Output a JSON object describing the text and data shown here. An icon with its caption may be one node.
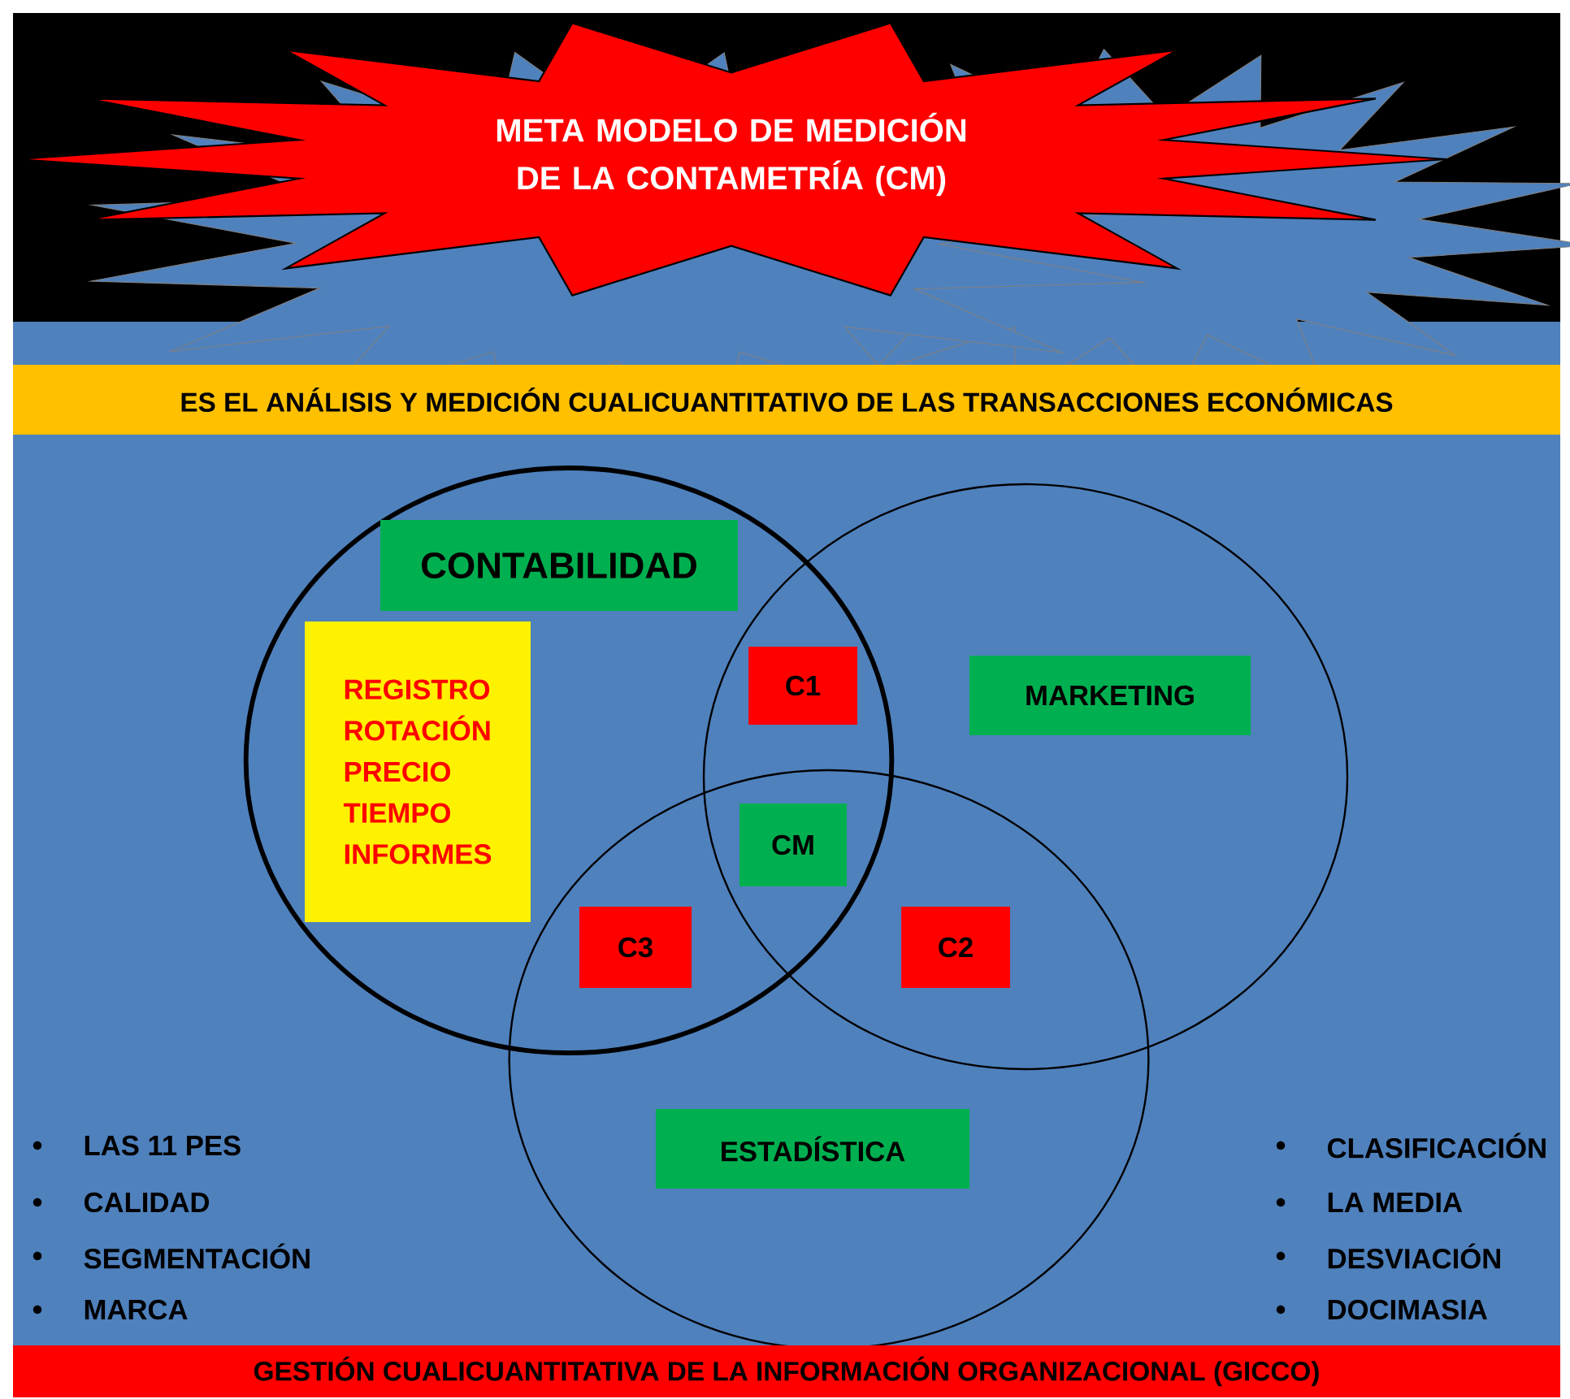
{
  "diagram": {
    "title": "META MODELO DE MEDICIÓN DE LA CONTAMETRÍA (CM)",
    "nodes": [
      {
        "text": [
          "ES EL ANÁLISIS Y MEDICIÓN CUALICUANTITATIVO DE LAS TRANSACCIONES ECONÓMICAS"
        ]
      },
      {
        "text": [],
        "shape": "circle"
      },
      {
        "text": [],
        "shape": "circle"
      },
      {
        "text": [],
        "shape": "circle"
      },
      {
        "text": [
          "CONTABILIDAD"
        ],
        "in": 1
      },
      {
        "text": [
          "REGISTRO",
          "ROTACIÓN",
          "PRECIO",
          "TIEMPO",
          "INFORMES"
        ],
        "in": 1
      },
      {
        "text": [
          "C1"
        ]
      },
      {
        "text": [
          "MARKETING"
        ],
        "in": 2
      },
      {
        "text": [
          "CM"
        ]
      },
      {
        "text": [
          "C3"
        ]
      },
      {
        "text": [
          "C2"
        ]
      },
      {
        "text": [
          "ESTADÍSTICA"
        ],
        "in": 3
      },
      {
        "text": [
          "GESTIÓN CUALICUANTITATIVA DE LA INFORMACIÓN ORGANIZACIONAL (GICCO)"
        ]
      }
    ],
    "labels": [
      "LAS 11 PES",
      "CALIDAD",
      "SEGMENTACIÓN",
      "MARCA",
      "CLASIFICACIÓN",
      "LA MEDIA",
      "DESVIACIÓN",
      "DOCIMASIA"
    ]
  }
}
